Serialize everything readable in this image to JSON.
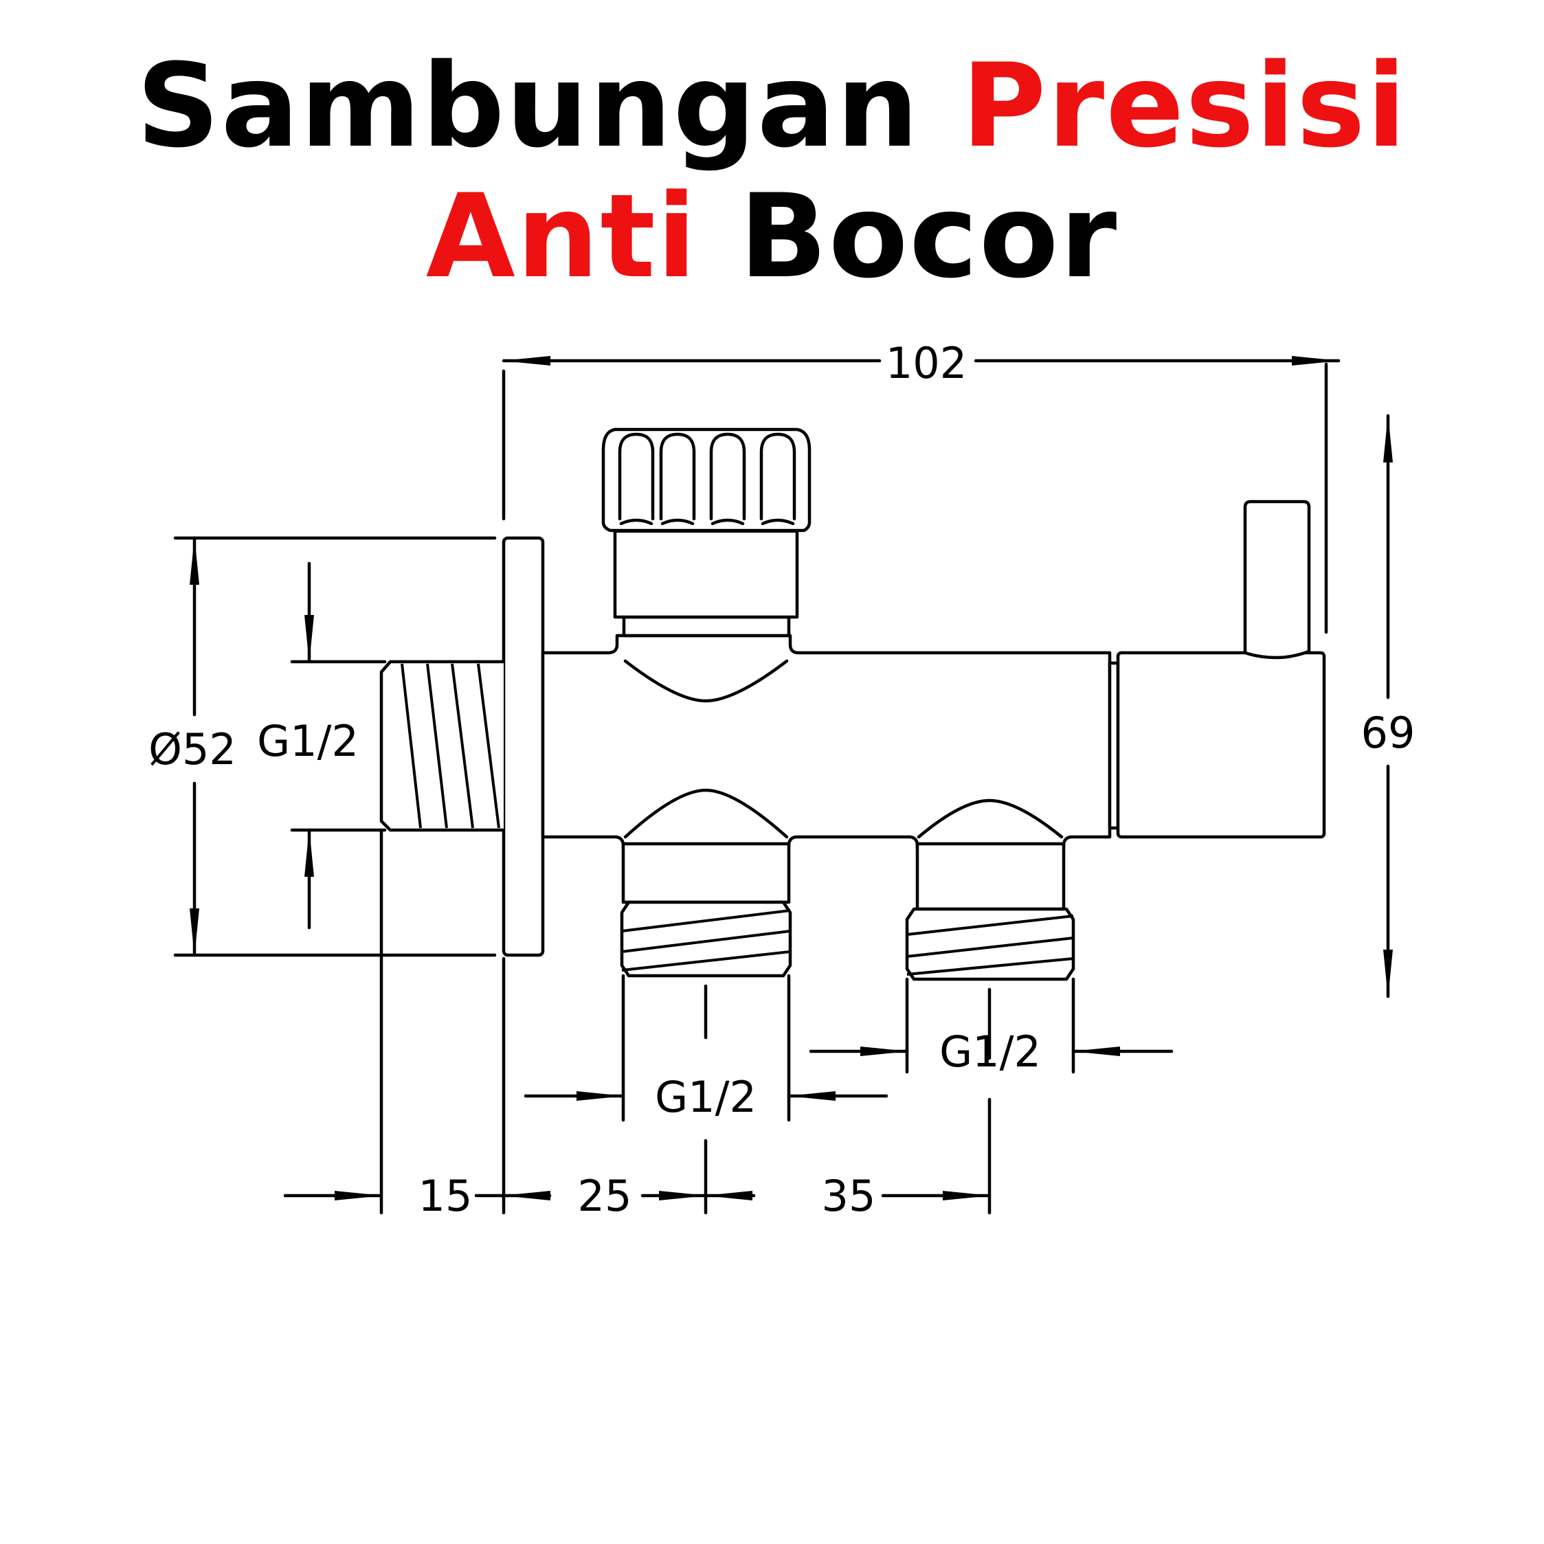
{
  "title": {
    "line1_black": "Sambungan",
    "line1_red": "Presisi",
    "line2_red": "Anti",
    "line2_black": "Bocor"
  },
  "colors": {
    "accent": "#ee1111",
    "text": "#000000",
    "background": "#ffffff"
  },
  "dimensions": {
    "overall_width": "102",
    "overall_height": "69",
    "flange_diameter": "Ø52",
    "inlet_thread": "G1/2",
    "outlet_left_thread": "G1/2",
    "outlet_right_thread": "G1/2",
    "depth_inlet": "15",
    "offset_first_outlet": "25",
    "outlet_spacing": "35"
  }
}
